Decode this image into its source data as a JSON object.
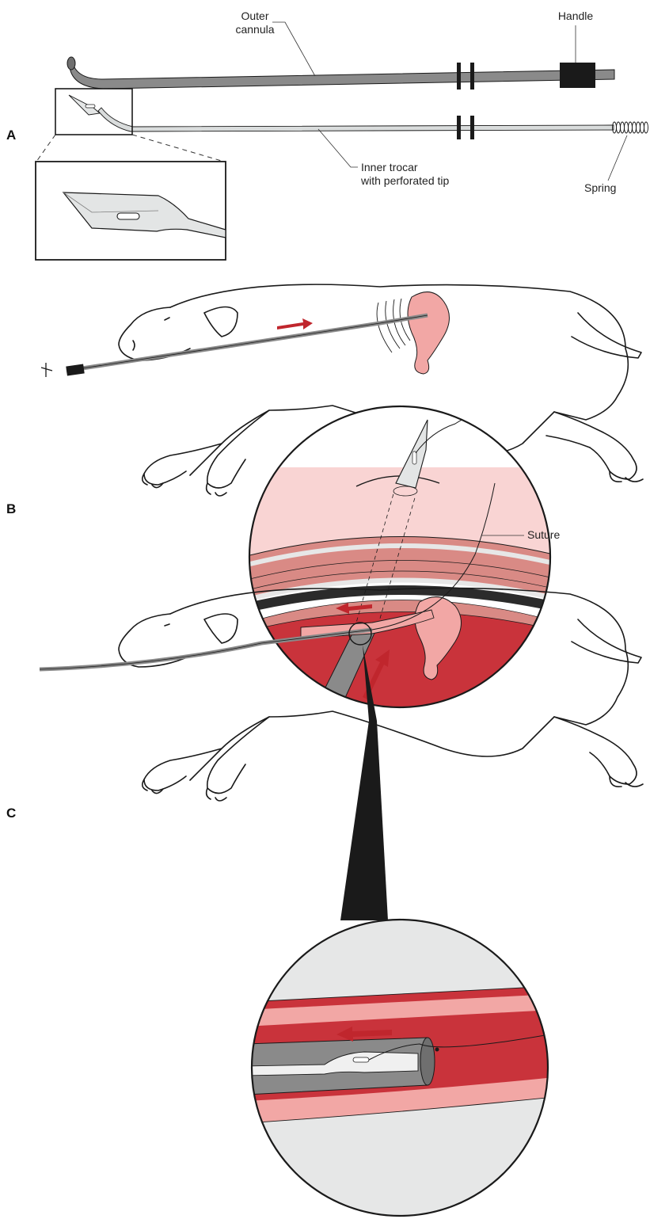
{
  "panels": {
    "a": "A",
    "b": "B",
    "c": "C"
  },
  "labels": {
    "outer_cannula_line1": "Outer",
    "outer_cannula_line2": "cannula",
    "handle": "Handle",
    "inner_trocar_line1": "Inner trocar",
    "inner_trocar_line2": "with perforated tip",
    "spring": "Spring",
    "suture": "Suture"
  },
  "colors": {
    "cannula": "#8a8a8a",
    "cannula_dark": "#6f6f6f",
    "handle": "#1a1a1a",
    "trocar": "#d9dcdc",
    "arrow": "#c0262d",
    "organ": "#f2a7a5",
    "skin": "#f9d4d3",
    "muscle": "#d98a85",
    "lumen": "#c9333b",
    "outline": "#1a1a1a"
  },
  "icons": {
    "direction_arrow": "red-arrow-icon",
    "spring": "spring-coil-icon"
  }
}
